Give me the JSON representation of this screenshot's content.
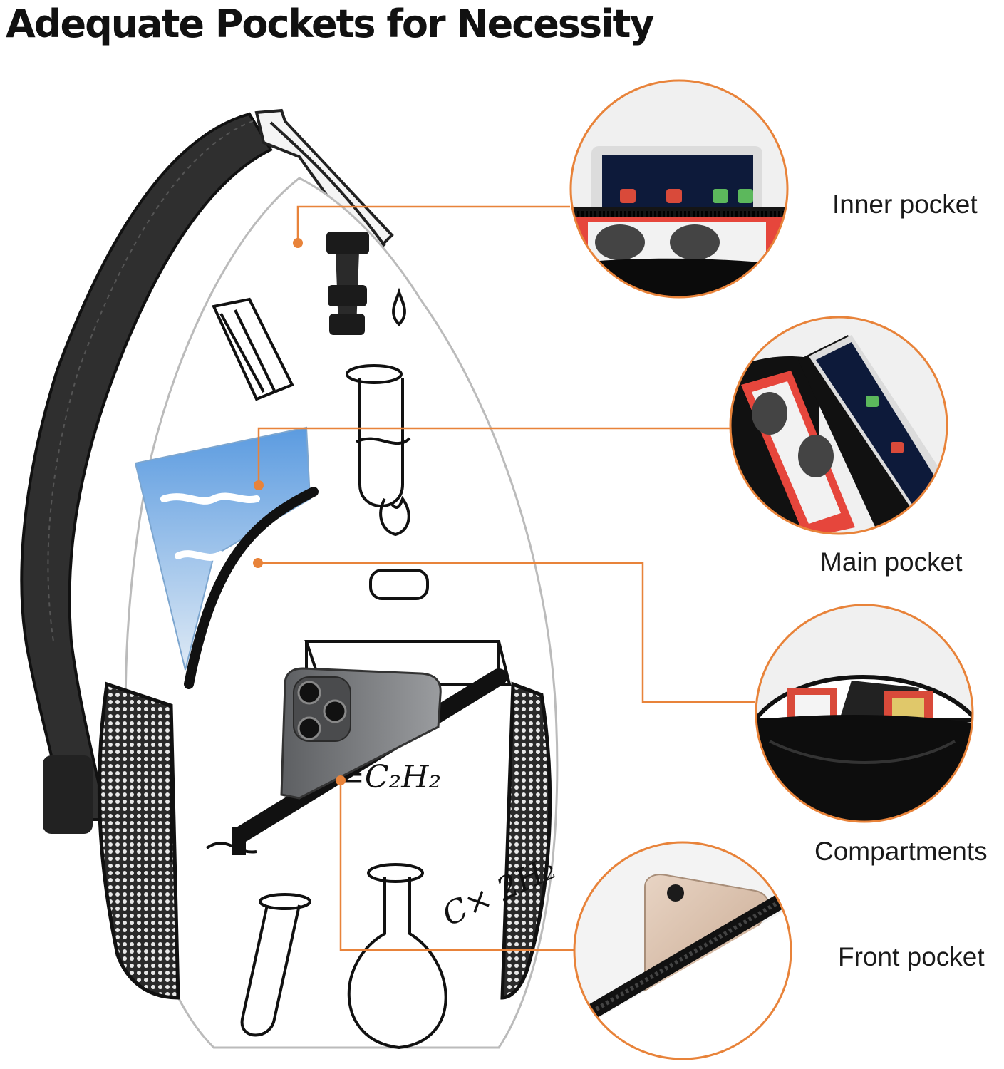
{
  "headline": "Adequate Pockets for Necessity",
  "accent_color": "#e8833a",
  "pockets": [
    {
      "label": "Inner pocket"
    },
    {
      "label": "Main pocket"
    },
    {
      "label": "Compartments"
    },
    {
      "label": "Front pocket"
    }
  ],
  "bag_print": {
    "formula_1": "=C₂H₂",
    "formula_2": "C× 2H₂"
  }
}
